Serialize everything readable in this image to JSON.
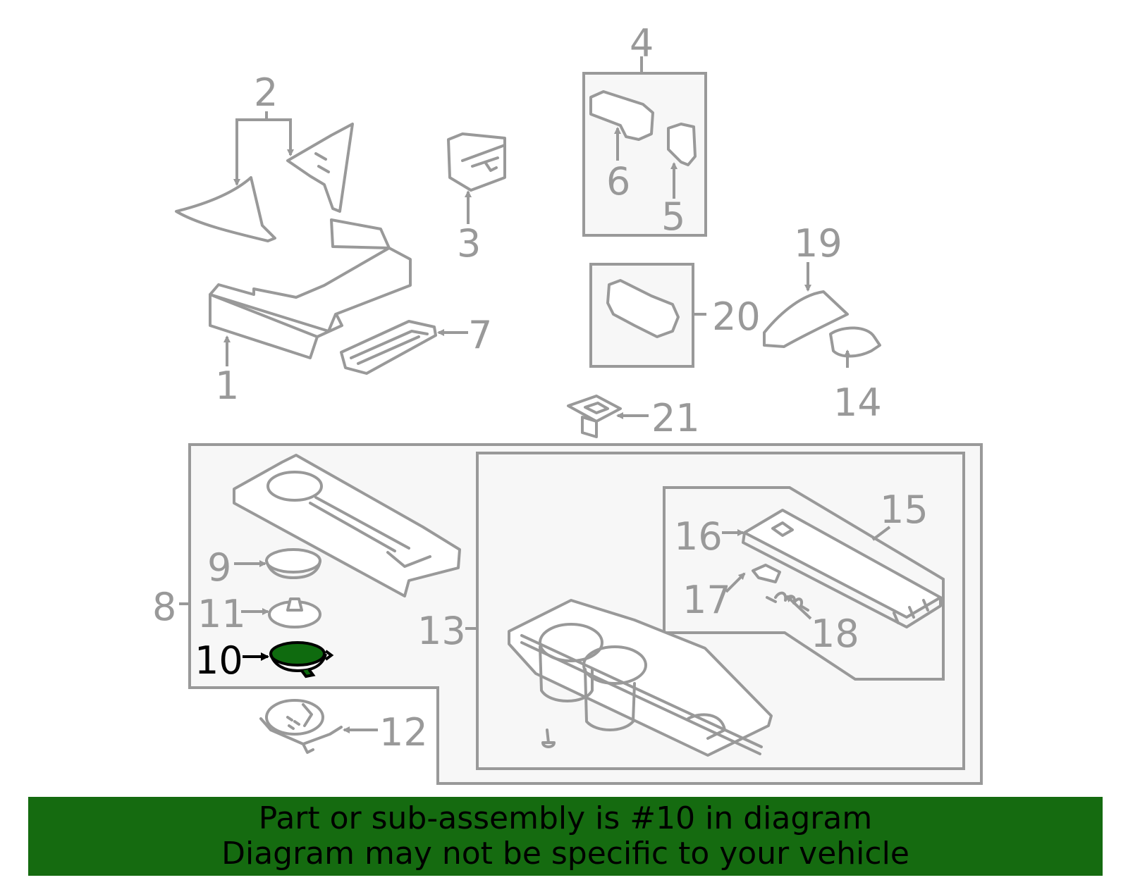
{
  "colors": {
    "line": "#999999",
    "highlight_fill": "#0f6b0f",
    "highlight_stroke": "#000000",
    "banner_bg": "#156b10",
    "box_fill": "#f7f7f7"
  },
  "callouts": [
    {
      "id": "1",
      "label": "1"
    },
    {
      "id": "2",
      "label": "2"
    },
    {
      "id": "3",
      "label": "3"
    },
    {
      "id": "4",
      "label": "4"
    },
    {
      "id": "5",
      "label": "5"
    },
    {
      "id": "6",
      "label": "6"
    },
    {
      "id": "7",
      "label": "7"
    },
    {
      "id": "8",
      "label": "8"
    },
    {
      "id": "9",
      "label": "9"
    },
    {
      "id": "10",
      "label": "10",
      "highlighted": true
    },
    {
      "id": "11",
      "label": "11"
    },
    {
      "id": "12",
      "label": "12"
    },
    {
      "id": "13",
      "label": "13"
    },
    {
      "id": "14",
      "label": "14"
    },
    {
      "id": "15",
      "label": "15"
    },
    {
      "id": "16",
      "label": "16"
    },
    {
      "id": "17",
      "label": "17"
    },
    {
      "id": "18",
      "label": "18"
    },
    {
      "id": "19",
      "label": "19"
    },
    {
      "id": "20",
      "label": "20"
    },
    {
      "id": "21",
      "label": "21"
    }
  ],
  "banner": {
    "line1": "Part or sub-assembly is #10 in diagram",
    "line2": "Diagram may not be specific to your vehicle"
  }
}
